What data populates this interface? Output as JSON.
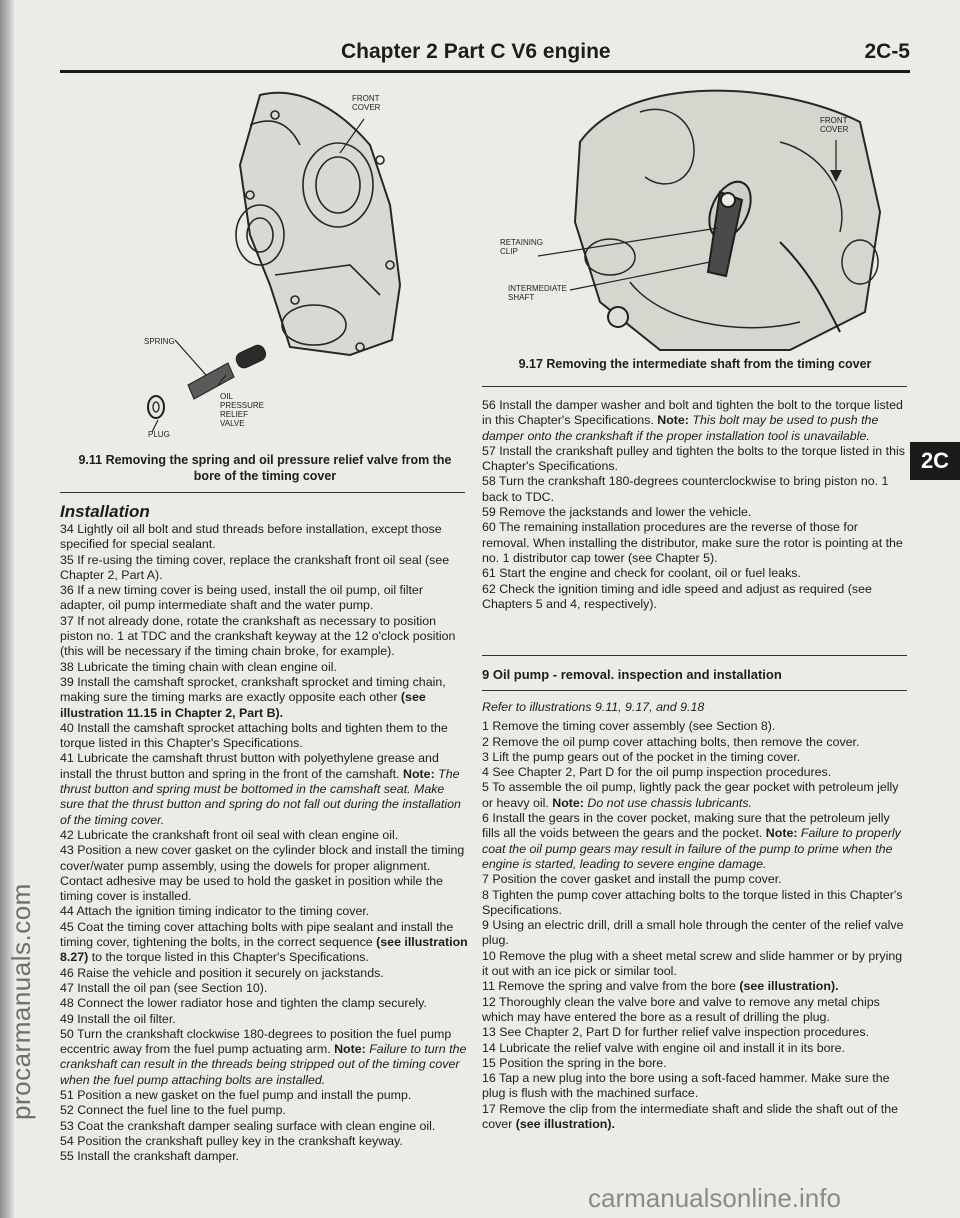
{
  "header": {
    "title": "Chapter 2 Part C V6 engine",
    "page": "2C-5"
  },
  "side_tab": "2C",
  "watermarks": {
    "side": "procarmanuals.com",
    "bottom": "carmanualsonline.info"
  },
  "figure_911": {
    "labels": {
      "front_cover": "FRONT\nCOVER",
      "spring": "SPRING",
      "plug": "PLUG",
      "valve": "OIL\nPRESSURE\nRELIEF\nVALVE"
    },
    "caption_1": "9.11 Removing the spring and oil pressure relief valve from the",
    "caption_2": "bore of the timing cover"
  },
  "figure_917": {
    "labels": {
      "front_cover": "FRONT\nCOVER",
      "retaining_clip": "RETAINING\nCLIP",
      "intermediate_shaft": "INTERMEDIATE\nSHAFT"
    },
    "caption": "9.17 Removing the intermediate shaft from the timing cover"
  },
  "installation": {
    "heading": "Installation",
    "p34": "34 Lightly oil all bolt and stud threads before installation, except those specified for special sealant.",
    "p35": "35 If re-using the timing cover, replace the crankshaft front oil seal (see Chapter 2, Part A).",
    "p36": "36 If a new timing cover is being used, install the oil pump, oil filter adapter, oil pump intermediate shaft and the water pump.",
    "p37": "37 If not already done, rotate the crankshaft as necessary to position piston no. 1 at TDC and the crankshaft keyway at the 12 o'clock position (this will be necessary if the timing chain broke, for example).",
    "p38": "38 Lubricate the timing chain with clean engine oil.",
    "p39": "39 Install the camshaft sprocket, crankshaft sprocket and timing chain, making sure the timing marks are exactly opposite each other",
    "p39_ref": "(see illustration 11.15 in Chapter 2, Part B).",
    "p40": "40 Install the camshaft sprocket attaching bolts and tighten them to the torque listed in this Chapter's Specifications.",
    "p41": "41 Lubricate the camshaft thrust button with polyethylene grease and install the thrust button and spring in the front of the camshaft.",
    "p41_note_label": "Note:",
    "p41_note": "The thrust button and spring must be bottomed in the camshaft seat. Make sure that the thrust button and spring do not fall out during the installation of the timing cover.",
    "p42": "42 Lubricate the crankshaft front oil seal with clean engine oil.",
    "p43": "43 Position a new cover gasket on the cylinder block and install the timing cover/water pump assembly, using the dowels for proper alignment. Contact adhesive may be used to hold the gasket in position while the timing cover is installed.",
    "p44": "44 Attach the ignition timing indicator to the timing cover.",
    "p45": "45 Coat the timing cover attaching bolts with pipe sealant and install the timing cover, tightening the bolts, in the correct sequence",
    "p45_ref": "(see illustration 8.27)",
    "p45_end": "to the torque listed in this Chapter's Specifications.",
    "p46": "46 Raise the vehicle and position it securely on jackstands.",
    "p47": "47 Install the oil pan (see Section 10).",
    "p48": "48 Connect the lower radiator hose and tighten the clamp securely.",
    "p49": "49 Install the oil filter.",
    "p50": "50 Turn the crankshaft clockwise 180-degrees to position the fuel pump eccentric away from the fuel pump actuating arm.",
    "p50_note_label": "Note:",
    "p50_note": "Failure to turn the crankshaft can result in the threads being stripped out of the timing cover when the fuel pump attaching bolts are installed.",
    "p51": "51 Position a new gasket on the fuel pump and install the pump.",
    "p52": "52 Connect the fuel line to the fuel pump.",
    "p53": "53 Coat the crankshaft damper sealing surface with clean engine oil.",
    "p54": "54 Position the crankshaft pulley key in the crankshaft keyway.",
    "p55": "55 Install the crankshaft damper."
  },
  "right_top": {
    "p56": "56 Install the damper washer and bolt and tighten the bolt to the torque listed in this Chapter's Specifications.",
    "p56_note_label": "Note:",
    "p56_note": "This bolt may be used to push the damper onto the crankshaft if the proper installation tool is unavailable.",
    "p57": "57 Install the crankshaft pulley and tighten the bolts to the torque listed in this Chapter's Specifications.",
    "p58": "58 Turn the crankshaft 180-degrees counterclockwise to bring piston no. 1 back to TDC.",
    "p59": "59 Remove the jackstands and lower the vehicle.",
    "p60": "60 The remaining installation procedures are the reverse of those for removal. When installing the distributor, make sure the rotor is pointing at the no. 1 distributor cap tower (see Chapter 5).",
    "p61": "61 Start the engine and check for coolant, oil or fuel leaks.",
    "p62": "62 Check the ignition timing and idle speed and adjust as required (see Chapters 5 and 4, respectively)."
  },
  "section9": {
    "heading": "9 Oil pump - removal. inspection and installation",
    "refer": "Refer to illustrations 9.11, 9.17, and 9.18",
    "s1": "1 Remove the timing cover assembly (see Section 8).",
    "s2": "2 Remove the oil pump cover attaching bolts, then remove the cover.",
    "s3": "3 Lift the pump gears out of the pocket in the timing cover.",
    "s4": "4 See Chapter 2, Part D for the oil pump inspection procedures.",
    "s5": "5 To assemble the oil pump, lightly pack the gear pocket with petroleum jelly or heavy oil.",
    "s5_note_label": "Note:",
    "s5_note": "Do not use chassis lubricants.",
    "s6": "6 Install the gears in the cover pocket, making sure that the petroleum jelly fills all the voids between the gears and the pocket.",
    "s6_note_label": "Note:",
    "s6_note": "Failure to properly coat the oil pump gears may result in failure of the pump to prime when the engine is started, leading to severe engine damage.",
    "s7": "7 Position the cover gasket and install the pump cover.",
    "s8": "8 Tighten the pump cover attaching bolts to the torque listed in this Chapter's Specifications.",
    "s9": "9 Using an electric drill, drill a small hole through the center of the relief valve plug.",
    "s10": "10 Remove the plug with a sheet metal screw and slide hammer or by prying it out with an ice pick or similar tool.",
    "s11": "11 Remove the spring and valve from the bore",
    "s11_ref": "(see illustration).",
    "s12": "12 Thoroughly clean the valve bore and valve to remove any metal chips which may have entered the bore as a result of drilling the plug.",
    "s13": "13 See Chapter 2, Part D for further relief valve inspection procedures.",
    "s14": "14 Lubricate the relief valve with engine oil and install it in its bore.",
    "s15": "15 Position the spring in the bore.",
    "s16": "16 Tap a new plug into the bore using a soft-faced hammer. Make sure the plug is flush with the machined surface.",
    "s17": "17 Remove the clip from the intermediate shaft and slide the shaft out of the cover",
    "s17_ref": "(see illustration)."
  }
}
